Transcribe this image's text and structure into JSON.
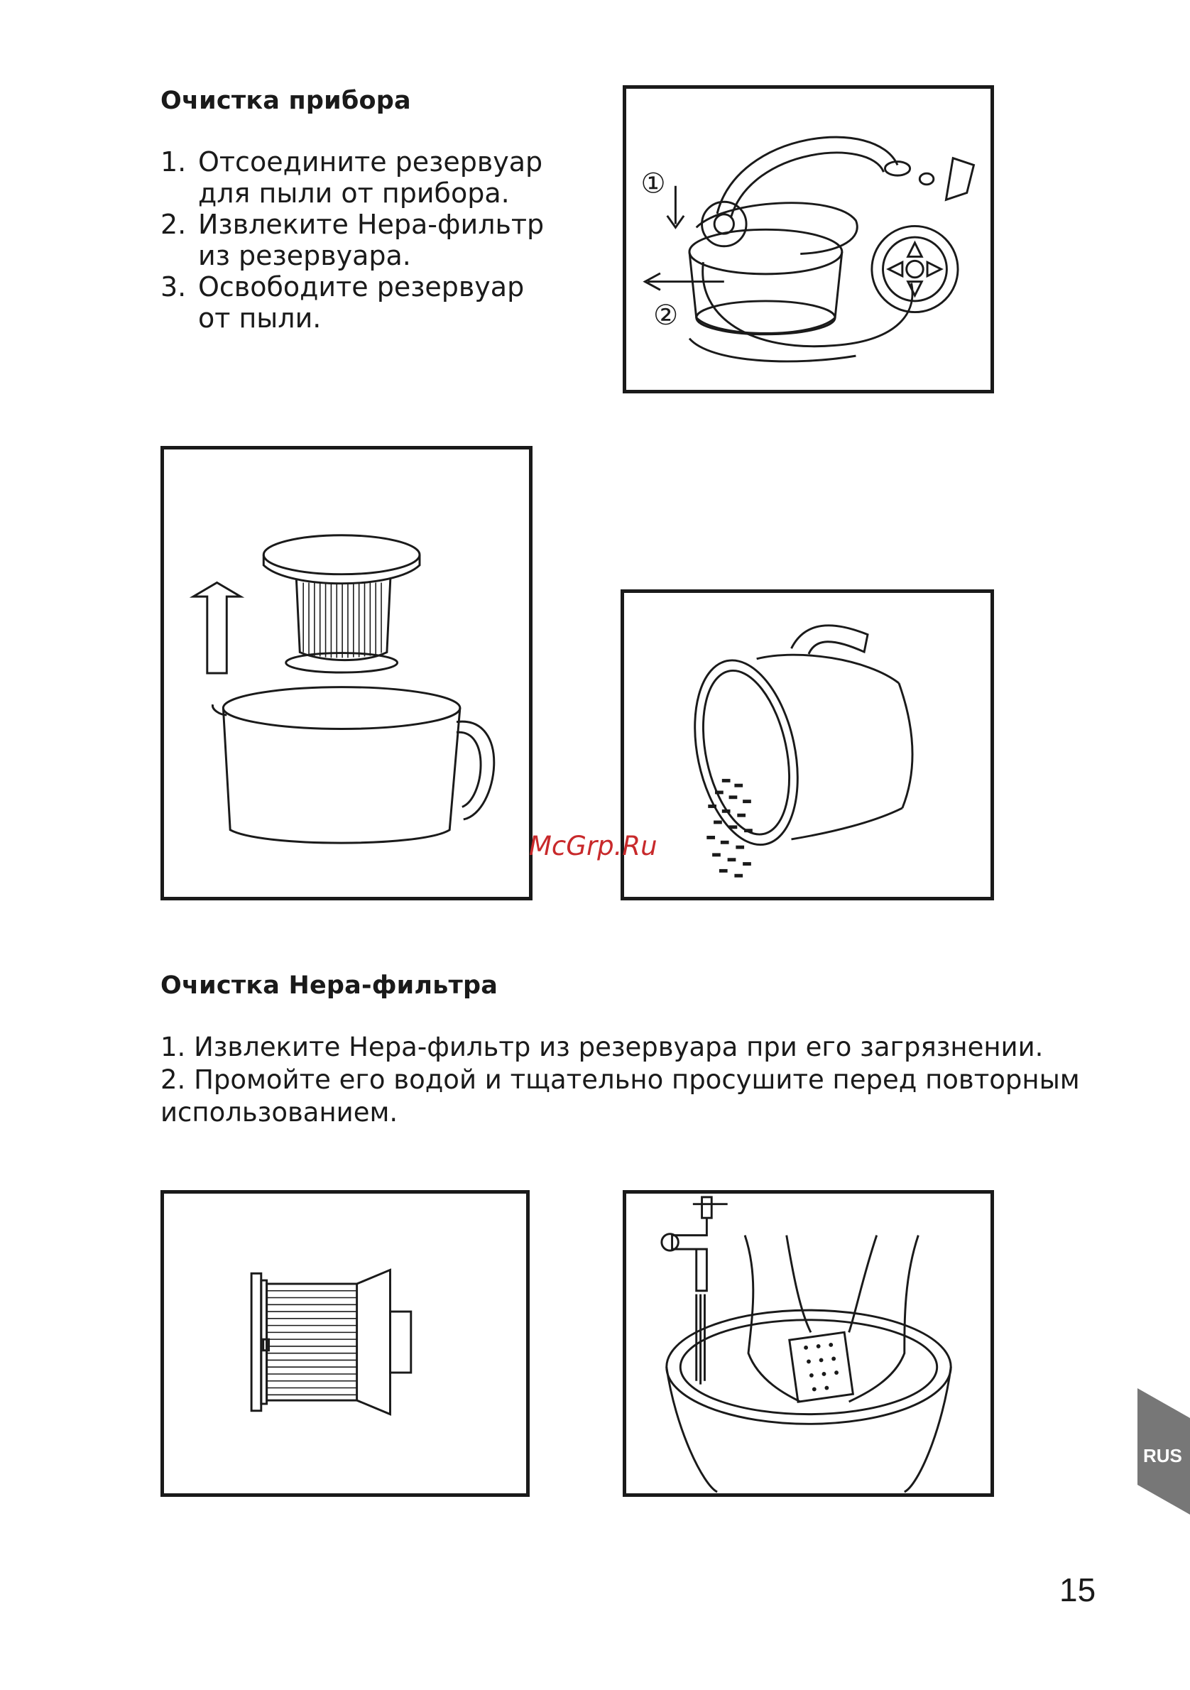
{
  "section1": {
    "title": "Очистка прибора",
    "steps": [
      {
        "num": "1.",
        "lines": [
          "Отсоедините резервуар",
          "для пыли от прибора."
        ]
      },
      {
        "num": "2.",
        "lines": [
          "Извлеките Hepa-фильтр",
          "из резервуара."
        ]
      },
      {
        "num": "3.",
        "lines": [
          "Освободите резервуар",
          "от пыли."
        ]
      }
    ]
  },
  "section2": {
    "title": "Очистка Hepa-фильтра",
    "lines": [
      "1.  Извлеките Hepa-фильтр из резервуара при его загрязнении.",
      "2.  Промойте его водой и тщательно просушите перед повторным",
      "использованием."
    ]
  },
  "figures": {
    "vacuum": {
      "markers": [
        "①",
        "②"
      ]
    }
  },
  "watermark": "McGrp.Ru",
  "lang_tab": "RUS",
  "page_number": "15",
  "colors": {
    "ink": "#1a1a1a",
    "watermark": "#c8292b",
    "tab": "#777777"
  }
}
